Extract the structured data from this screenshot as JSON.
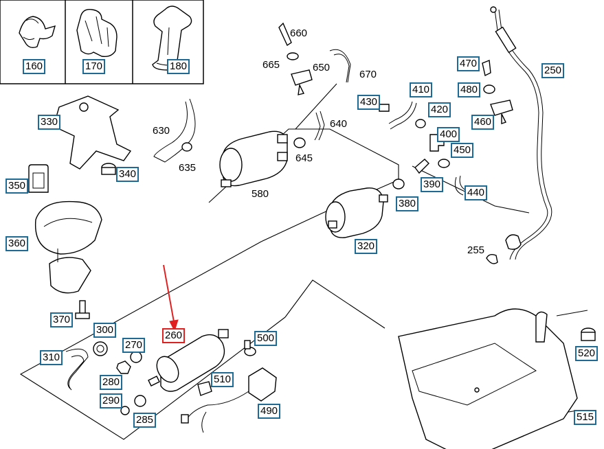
{
  "diagram": {
    "boxed_labels": {
      "160": "160",
      "170": "170",
      "180": "180",
      "330": "330",
      "340": "340",
      "350": "350",
      "360": "360",
      "370": "370",
      "300": "300",
      "310": "310",
      "270": "270",
      "280": "280",
      "290": "290",
      "285": "285",
      "260": "260",
      "500": "500",
      "510": "510",
      "490": "490",
      "320": "320",
      "380": "380",
      "390": "390",
      "430": "430",
      "410": "410",
      "420": "420",
      "400": "400",
      "450": "450",
      "440": "440",
      "470": "470",
      "480": "480",
      "460": "460",
      "250": "250",
      "520": "520",
      "515": "515"
    },
    "plain_labels": {
      "660": "660",
      "665": "665",
      "650": "650",
      "670": "670",
      "630": "630",
      "635": "635",
      "640": "640",
      "645": "645",
      "580": "580",
      "255": "255"
    },
    "highlight_color": "#e02020",
    "label_box_color": "#1d6b95"
  }
}
